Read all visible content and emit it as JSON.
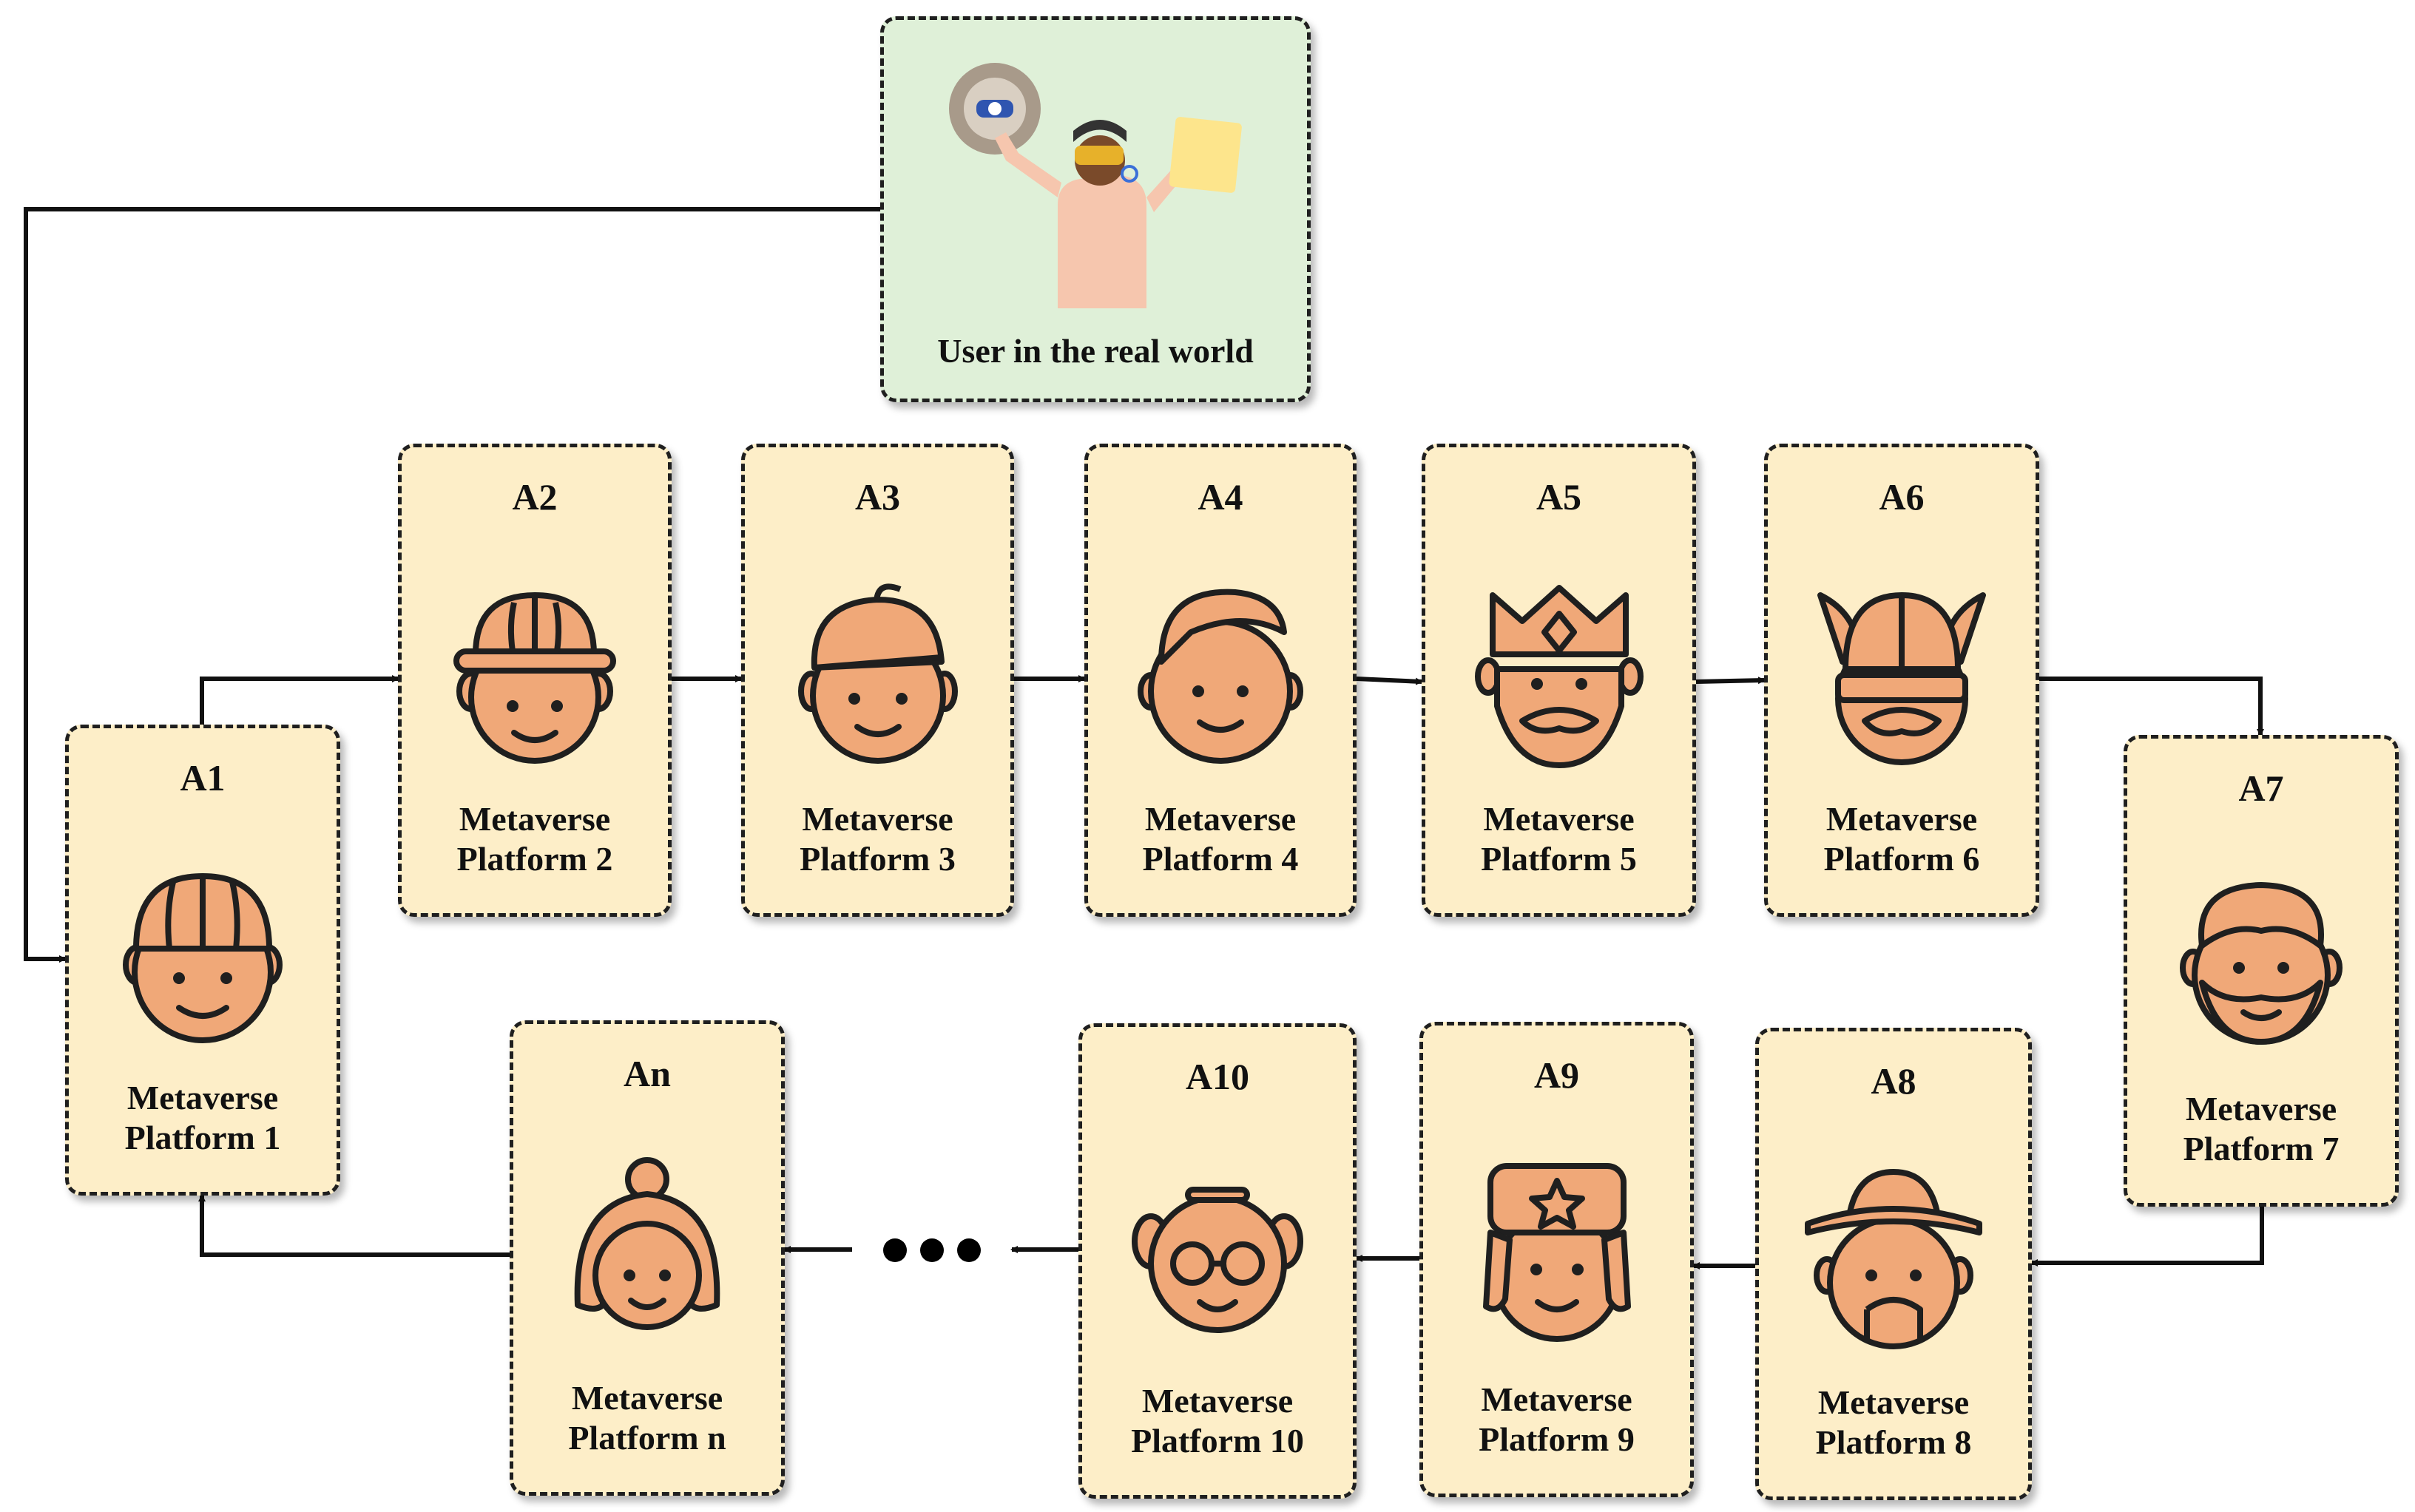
{
  "user": {
    "label": "User in the real world",
    "icon": "vr-user-illustration"
  },
  "platforms": [
    {
      "id": "A1",
      "label_line1": "Metaverse",
      "label_line2": "Platform 1",
      "avatar": "boy-cap-avatar"
    },
    {
      "id": "A2",
      "label_line1": "Metaverse",
      "label_line2": "Platform 2",
      "avatar": "hard-hat-avatar"
    },
    {
      "id": "A3",
      "label_line1": "Metaverse",
      "label_line2": "Platform 3",
      "avatar": "beanie-avatar"
    },
    {
      "id": "A4",
      "label_line1": "Metaverse",
      "label_line2": "Platform 4",
      "avatar": "bald-cap-avatar"
    },
    {
      "id": "A5",
      "label_line1": "Metaverse",
      "label_line2": "Platform 5",
      "avatar": "king-avatar"
    },
    {
      "id": "A6",
      "label_line1": "Metaverse",
      "label_line2": "Platform 6",
      "avatar": "viking-avatar"
    },
    {
      "id": "A7",
      "label_line1": "Metaverse",
      "label_line2": "Platform 7",
      "avatar": "bearded-man-avatar"
    },
    {
      "id": "A8",
      "label_line1": "Metaverse",
      "label_line2": "Platform 8",
      "avatar": "sombrero-avatar"
    },
    {
      "id": "A9",
      "label_line1": "Metaverse",
      "label_line2": "Platform 9",
      "avatar": "ushanka-avatar"
    },
    {
      "id": "A10",
      "label_line1": "Metaverse",
      "label_line2": "Platform 10",
      "avatar": "glasses-grandpa-avatar"
    },
    {
      "id": "An",
      "label_line1": "Metaverse",
      "label_line2": "Platform n",
      "avatar": "bun-woman-avatar"
    }
  ],
  "colors": {
    "card_fill": "#fdeec8",
    "user_fill": "#dff0d8",
    "skin": "#f0a878",
    "outline": "#1f1f1f"
  }
}
